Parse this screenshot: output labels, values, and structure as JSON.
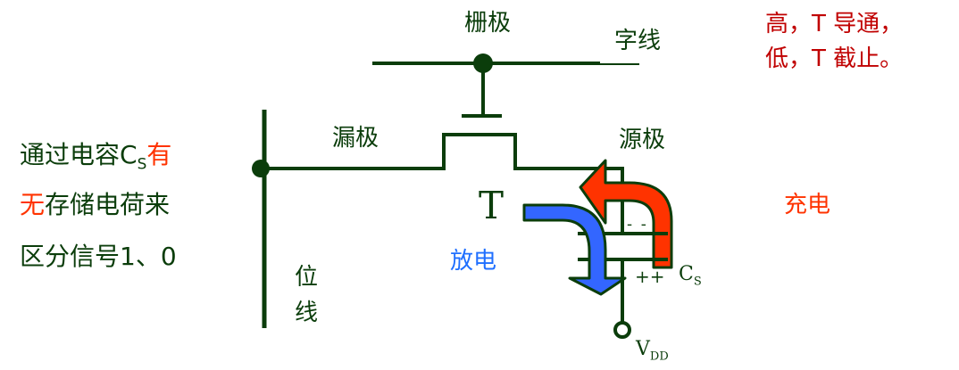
{
  "colors": {
    "wire": "#0b3d0b",
    "text_dark": "#0b3d0b",
    "text_red": "#c00000",
    "text_orange": "#ff3300",
    "text_blue": "#1f6fff",
    "discharge_arrow": "#3366ff",
    "charge_arrow": "#ff3300"
  },
  "labels": {
    "gate": "栅极",
    "word_line": "字线",
    "drain": "漏极",
    "source": "源极",
    "transistor": "T",
    "bit_line": [
      "位",
      "线"
    ],
    "discharge": "放电",
    "charge": "充电",
    "capacitor_main": "C",
    "capacitor_sub": "S",
    "vdd_main": "V",
    "vdd_sub": "DD",
    "minus_signs": "- -",
    "plus_signs": "++"
  },
  "note": {
    "line1": "高，T 导通，",
    "line2": "低，T 截止。"
  },
  "explanation": {
    "line1_prefix": "通过电容C",
    "line1_sub": "S",
    "line1_highlight": "有",
    "line2_highlight": "无",
    "line2_rest": "存储电荷来",
    "line3": "区分信号1、0"
  }
}
